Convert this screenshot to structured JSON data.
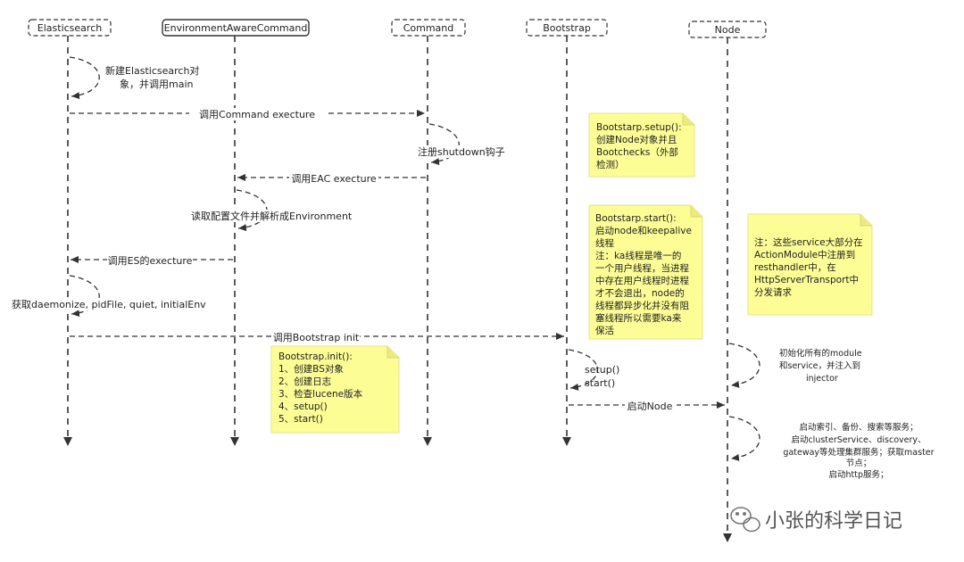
{
  "participants": {
    "elasticsearch": "Elasticsearch",
    "eac": "EnvironmentAwareCommand",
    "command": "Command",
    "bootstrap": "Bootstrap",
    "node": "Node"
  },
  "messages": {
    "m1_line1": "新建Elasticsearch对",
    "m1_line2": "象，并调用main",
    "m2": "调用Command execture",
    "m3": "注册shutdown钩子",
    "m4": "调用EAC execture",
    "m5": "读取配置文件并解析成Environment",
    "m6": "调用ES的execture",
    "m7": "获取daemonize, pidFile, quiet, initialEnv",
    "m8": "调用Bootstrap init",
    "m9_line1": "setup()",
    "m9_line2": "start()",
    "m10": "启动Node",
    "m11_line1": "初始化所有的module",
    "m11_line2": "和service，并注入到",
    "m11_line3": "injector",
    "m12_line1": "启动索引、备份、搜索等服务；",
    "m12_line2": "启动clusterService、discovery、",
    "m12_line3": "gateway等处理集群服务；获取master",
    "m12_line4": "节点；",
    "m12_line5": "启动http服务；"
  },
  "notes": {
    "setup_lines": [
      "Bootstarp.setup():",
      "创建Node对象并且",
      "Bootchecks（外部",
      "检测）"
    ],
    "start_lines": [
      "Bootstarp.start():",
      "启动node和keepalive",
      "线程",
      "注：ka线程是唯一的",
      "一个用户线程，当进程",
      "中存在用户线程时进程",
      "才不会退出，node的",
      "线程都异步化并没有阻",
      "塞线程所以需要ka来",
      "保活"
    ],
    "service_lines": [
      "注：这些service大部分在",
      "ActionModule中注册到",
      "resthandler中，在",
      "HttpServerTransport中",
      "分发请求"
    ],
    "init_lines": [
      "Bootstrap.init():",
      "1、创建BS对象",
      "2、创建日志",
      "3、检查lucene版本",
      "4、setup()",
      "5、start()"
    ]
  },
  "watermark": "小张的科学日记",
  "colors": {
    "note_fill": "#fdfd96",
    "line": "#333333"
  }
}
